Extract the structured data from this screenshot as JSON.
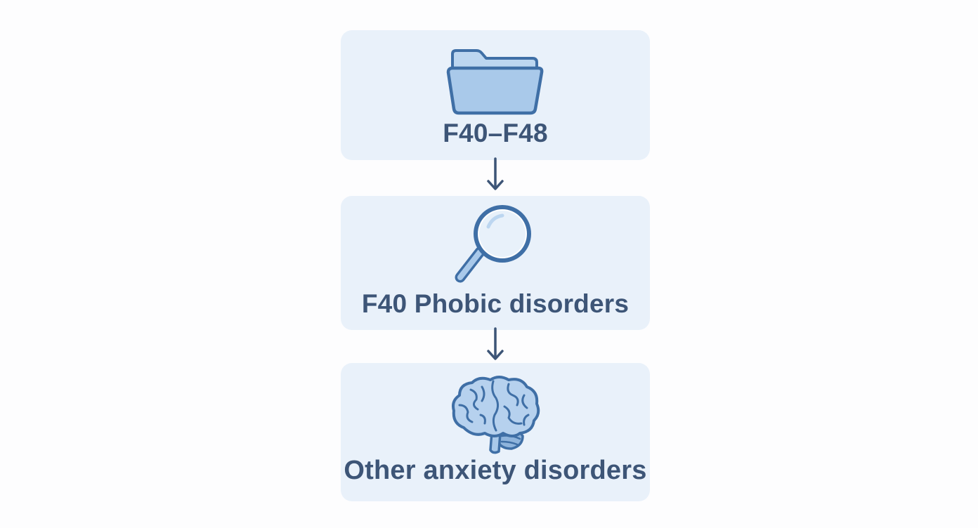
{
  "nodes": [
    {
      "label": "F40–F48",
      "icon": "folder-icon"
    },
    {
      "label": "F40 Phobic disorders",
      "icon": "magnifying-glass-icon"
    },
    {
      "label": "Other anxiety disorders",
      "icon": "brain-icon"
    }
  ],
  "colors": {
    "card_background": "#e9f1fa",
    "text": "#3d5577",
    "icon_stroke": "#3f6fa6",
    "icon_fill": "#a9c9ea",
    "arrow": "#3d5577"
  }
}
